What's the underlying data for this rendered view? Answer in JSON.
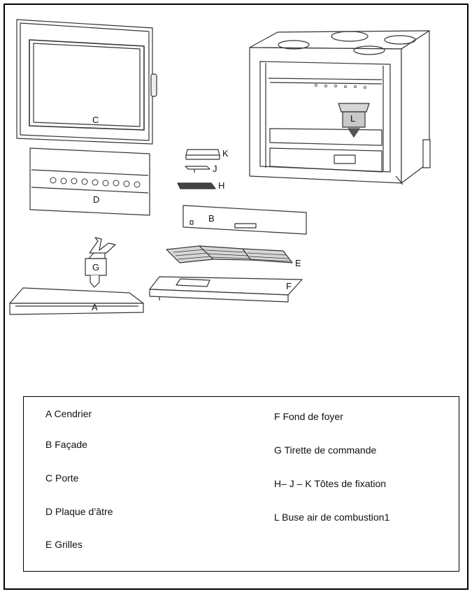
{
  "parts": {
    "A": "A",
    "B": "B",
    "C": "C",
    "D": "D",
    "E": "E",
    "F": "F",
    "G": "G",
    "H": "H",
    "J": "J",
    "K": "K",
    "L": "L"
  },
  "legend": {
    "left": [
      "A Cendrier",
      "B Façade",
      "C Porte",
      "D Plaque d’âtre",
      "E Grilles"
    ],
    "right": [
      "F Fond de foyer",
      "G Tirette de commande",
      "H– J – K  Tôtes de fixation",
      "L Buse air de combustion1"
    ]
  },
  "colors": {
    "line": "#333333",
    "fill": "#ffffff",
    "shade": "#d6d6d6",
    "arrow": "#555555"
  }
}
